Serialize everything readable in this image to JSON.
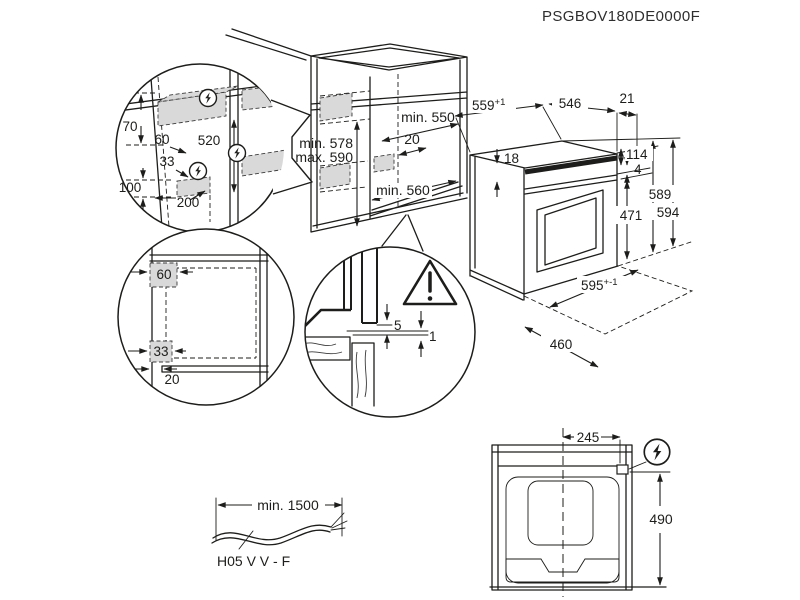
{
  "meta": {
    "background_color": "#ffffff",
    "line_color": "#1d1d1b",
    "shade_color": "#d9d9d9"
  },
  "header": {
    "product_code": "PSGBOV180DE0000F"
  },
  "detail_electrical": {
    "d70": "70",
    "d60": "60",
    "d520": "520",
    "d33": "33",
    "d100": "100",
    "d200": "200"
  },
  "cabinet": {
    "min550": "min. 550",
    "d20": "20",
    "min578": "min. 578",
    "max590": "max. 590",
    "min560": "min. 560"
  },
  "oven": {
    "d559": "559",
    "d559_sup": "+1",
    "d546": "546",
    "d21": "21",
    "d18": "18",
    "d114": "114",
    "d4": "4",
    "d471": "471",
    "d589": "589",
    "d594": "594",
    "d595": "595",
    "d595_sup": "+-1",
    "d460": "460"
  },
  "detail_plinth": {
    "d60": "60",
    "d33": "33",
    "d20": "20"
  },
  "detail_gap": {
    "d5": "5",
    "d1": "1"
  },
  "cable": {
    "length": "min. 1500",
    "type": "H05 V V - F"
  },
  "rear_view": {
    "d245": "245",
    "d490": "490"
  },
  "icons": {
    "lightning": "lightning-bolt-in-circle",
    "warning": "warning-triangle"
  }
}
